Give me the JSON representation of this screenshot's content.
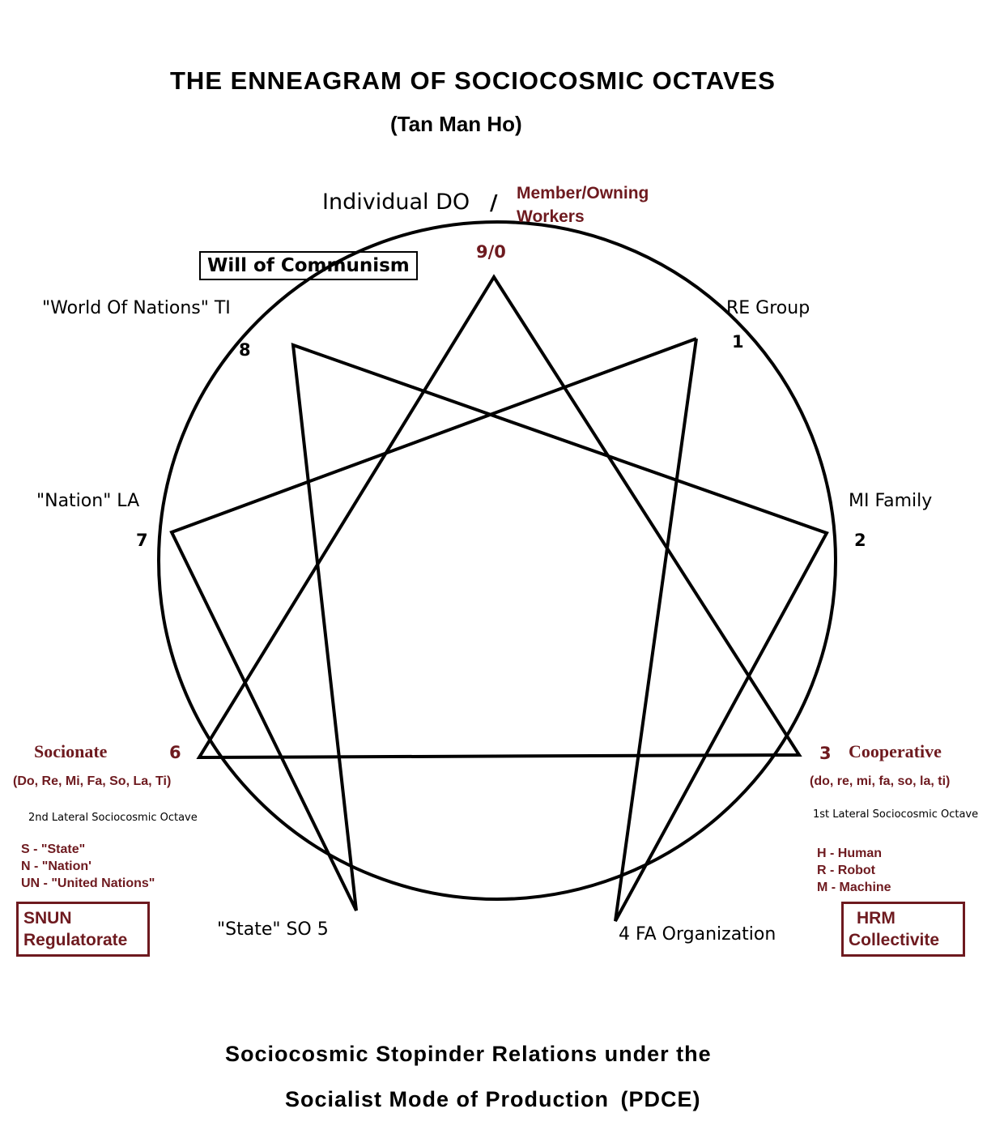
{
  "title": "THE ENNEAGRAM OF SOCIOCOSMIC OCTAVES",
  "author": "(Tan Man Ho)",
  "top": {
    "label": "Individual DO",
    "slash": "/",
    "maroon_line1": "Member/Owning",
    "maroon_line2": "Workers",
    "number": "9/0"
  },
  "will_box": "Will of Communism",
  "p1": {
    "label": "RE  Group",
    "number": "1"
  },
  "p2": {
    "label": "MI  Family",
    "number": "2"
  },
  "p3": {
    "number": "3",
    "label": "Cooperative",
    "notes": "(do, re, mi, fa, so, la, ti)",
    "octave": "1st Lateral Sociocosmic Octave",
    "legend": [
      "H - Human",
      "R - Robot",
      "M - Machine"
    ],
    "box_line1": "HRM",
    "box_line2": "Collectivite"
  },
  "p4": {
    "label": "4   FA  Organization"
  },
  "p5": {
    "label": "\"State\" SO  5"
  },
  "p6": {
    "label": "Socionate",
    "number": "6",
    "notes": "(Do, Re, Mi, Fa, So, La, Ti)",
    "octave": "2nd Lateral Sociocosmic Octave",
    "legend": [
      "S - \"State\"",
      "N - \"Nation'",
      "UN - \"United Nations\""
    ],
    "box_line1": "SNUN",
    "box_line2": "Regulatorate"
  },
  "p7": {
    "label": "\"Nation\" LA",
    "number": "7"
  },
  "p8": {
    "label": "\"World Of Nations\" TI",
    "number": "8"
  },
  "footer_line1": "Sociocosmic Stopinder Relations under the",
  "footer_line2": "Socialist Mode of Production",
  "footer_acronym": "(PDCE)",
  "colors": {
    "maroon": "#6e1a1f",
    "line": "#000000"
  }
}
